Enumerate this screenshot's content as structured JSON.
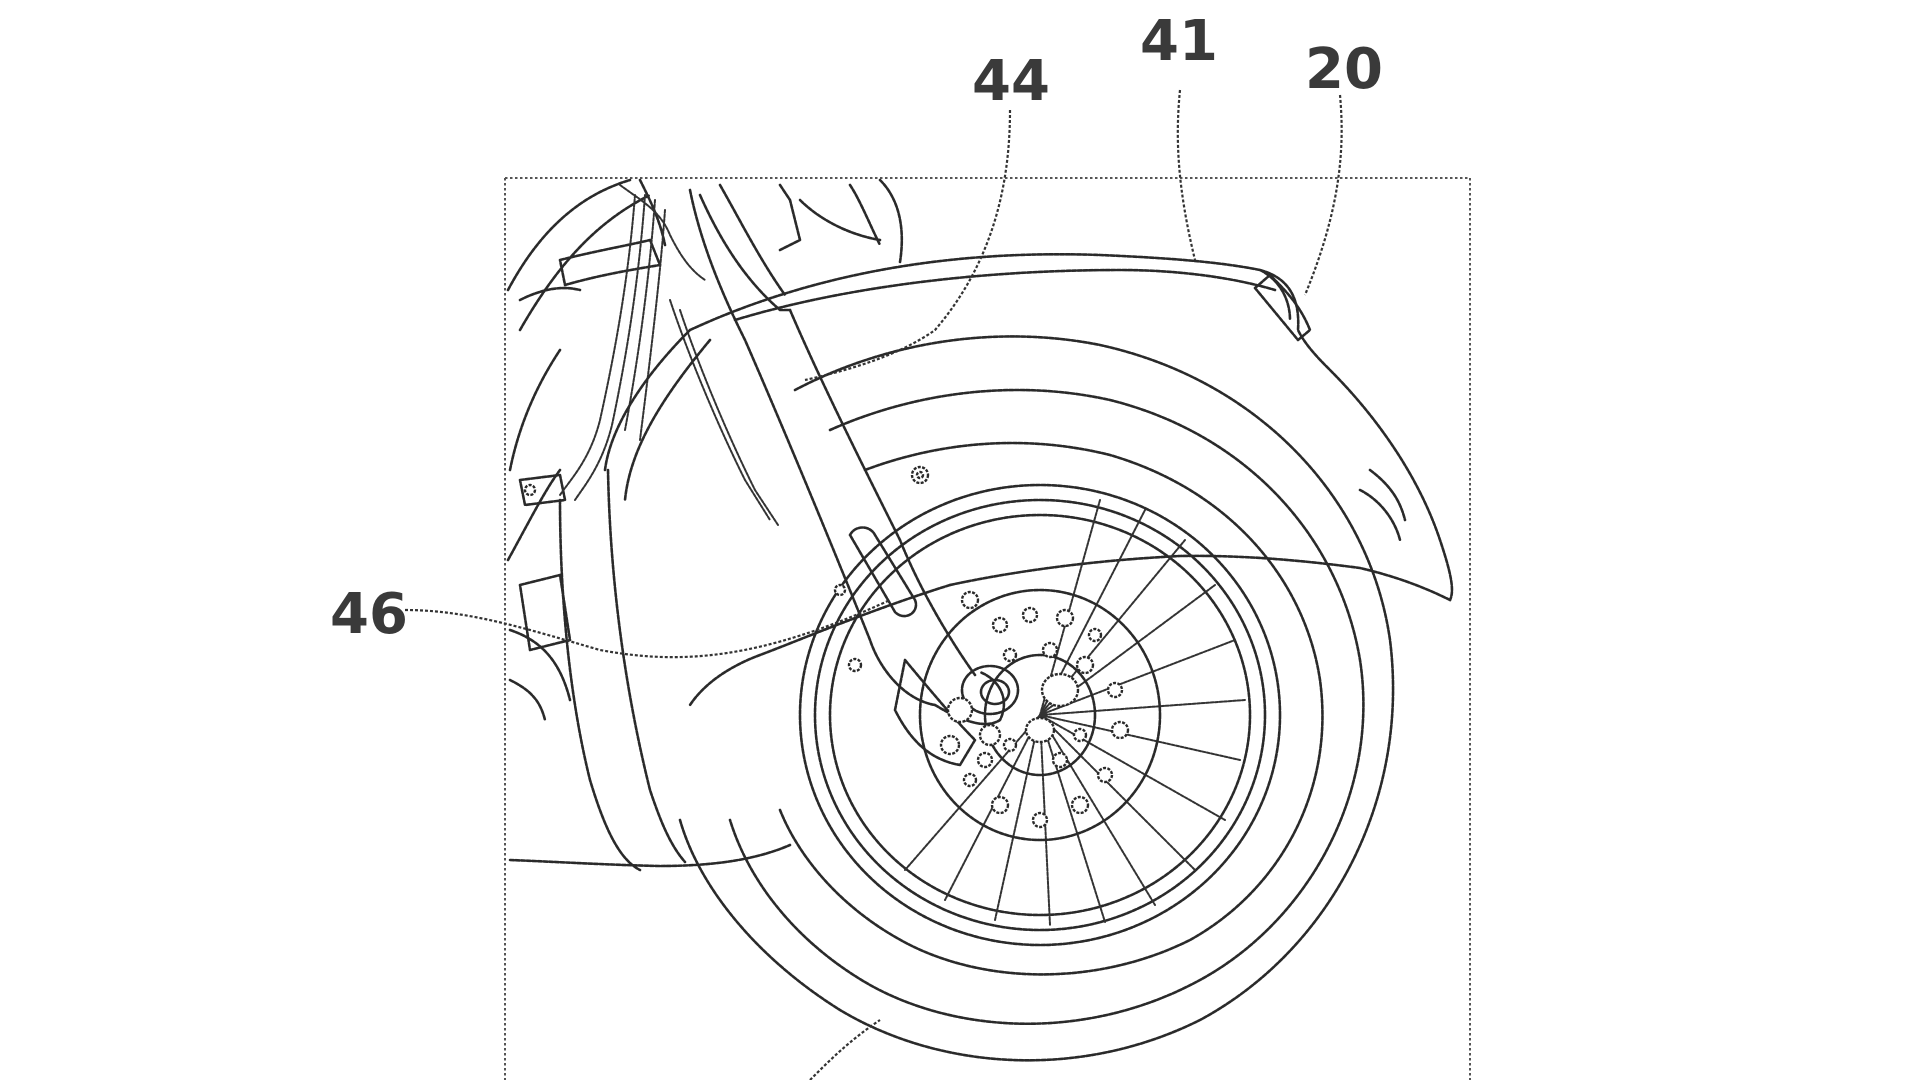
{
  "figure": {
    "labels": [
      {
        "id": "label-44",
        "text": "44"
      },
      {
        "id": "label-41",
        "text": "41"
      },
      {
        "id": "label-20",
        "text": "20"
      },
      {
        "id": "label-46",
        "text": "46"
      }
    ],
    "colors": {
      "line": "#2a2a2a",
      "background": "#ffffff"
    }
  }
}
